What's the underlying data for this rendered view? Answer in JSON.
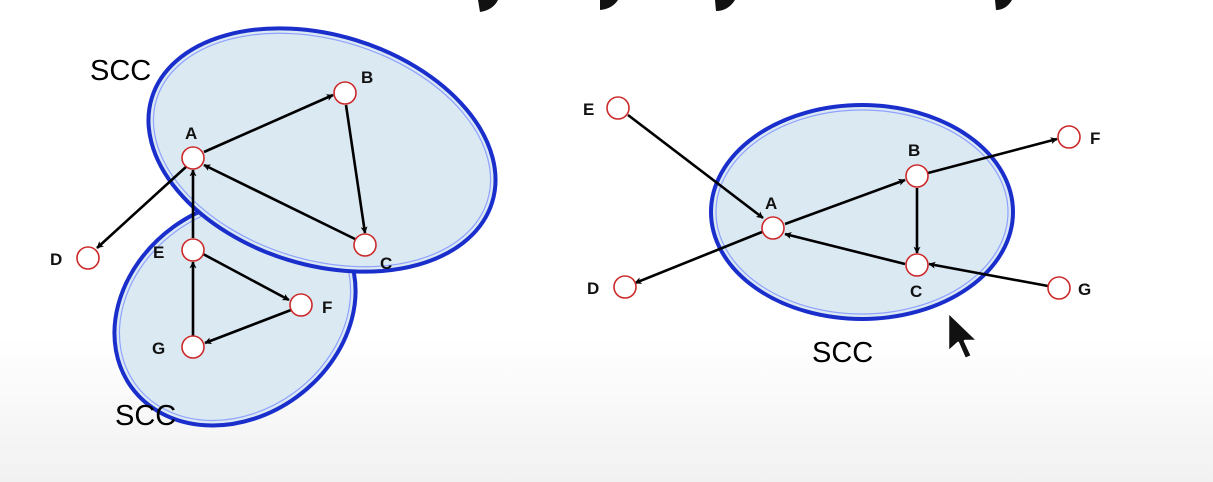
{
  "left_graph": {
    "regions": [
      {
        "label": "SCC"
      },
      {
        "label": "SCC"
      }
    ],
    "nodes": [
      "A",
      "B",
      "C",
      "D",
      "E",
      "F",
      "G"
    ],
    "edges": [
      [
        "A",
        "B"
      ],
      [
        "B",
        "C"
      ],
      [
        "C",
        "A"
      ],
      [
        "A",
        "D"
      ],
      [
        "E",
        "A"
      ],
      [
        "E",
        "F"
      ],
      [
        "F",
        "G"
      ],
      [
        "G",
        "E"
      ]
    ]
  },
  "right_graph": {
    "regions": [
      {
        "label": "SCC"
      }
    ],
    "nodes": [
      "A",
      "B",
      "C",
      "D",
      "E",
      "F",
      "G"
    ],
    "edges": [
      [
        "E",
        "A"
      ],
      [
        "A",
        "B"
      ],
      [
        "B",
        "C"
      ],
      [
        "C",
        "A"
      ],
      [
        "A",
        "D"
      ],
      [
        "B",
        "F"
      ],
      [
        "G",
        "C"
      ]
    ]
  },
  "colors": {
    "region_fill": "#dbe9f3",
    "region_stroke": "#1a2ecc",
    "node_stroke": "#cc2a2a",
    "edge": "#000000"
  },
  "icons": [
    "mouse-cursor-icon"
  ]
}
